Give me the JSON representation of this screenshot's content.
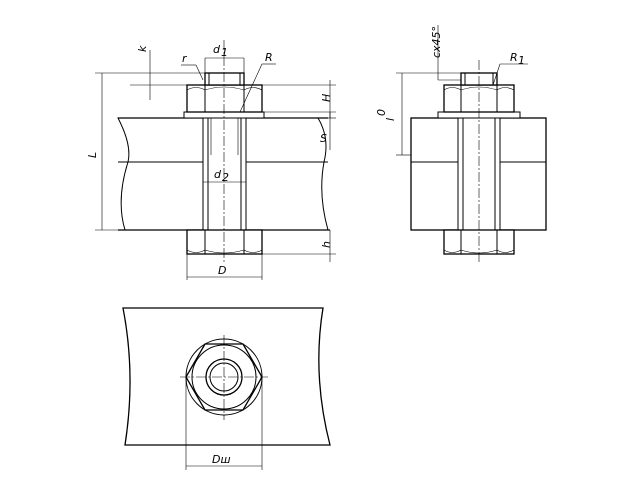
{
  "labels": {
    "k": "k",
    "r": "r",
    "d1": "d",
    "d1_sub": "1",
    "R": "R",
    "H": "H",
    "S": "S",
    "L": "L",
    "d2": "d",
    "d2_sub": "2",
    "h": "h",
    "D": "D",
    "cx45": "cx45°",
    "R1": "R",
    "R1_sub": "1",
    "l0": "l",
    "l0_sub": "0",
    "Dsh": "Dш"
  }
}
